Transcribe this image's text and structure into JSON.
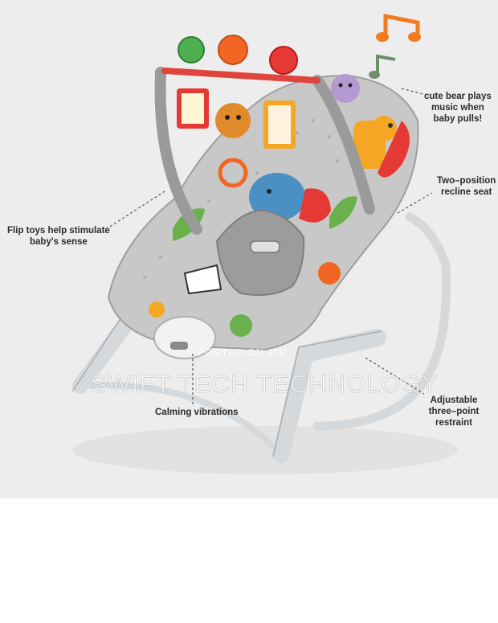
{
  "callouts": {
    "music": "cute bear plays\nmusic when\nbaby pulls!",
    "recline": "Two–position\nrecline seat",
    "flip_toys": "Flip toys help stimulate\nbaby's sense",
    "restraint": "Adjustable\nthree–point restraint",
    "vibrations": "Calming vibrations"
  },
  "watermark": {
    "small": "POSTED ON JIJI",
    "big": "SWIFT TECH TECHNOLOGY"
  },
  "colors": {
    "background": "#ededed",
    "frame": "#d9dcde",
    "seat_fabric": "#b8b8b8",
    "toy_green": "#4caf50",
    "toy_orange": "#f26522",
    "toy_red": "#e53935",
    "music_note_orange": "#f47a20",
    "music_note_green": "#6e8f6a"
  }
}
